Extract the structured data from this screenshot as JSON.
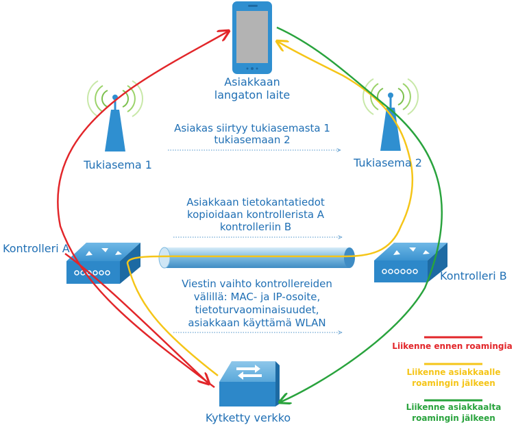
{
  "nodes": {
    "phone_label_line1": "Asiakkaan",
    "phone_label_line2": "langaton laite",
    "ap1_label": "Tukiasema 1",
    "ap2_label": "Tukiasema 2",
    "controller_a_label": "Kontrolleri A",
    "controller_b_label": "Kontrolleri B",
    "switch_label": "Kytketty verkko"
  },
  "notes": {
    "roam_line1": "Asiakas siirtyy tukiasemasta 1",
    "roam_line2": "tukiasemaan 2",
    "db_line1": "Asiakkaan tietokantatiedot",
    "db_line2": "kopioidaan kontrollerista A",
    "db_line3": "kontrolleriin B",
    "msg_line1": "Viestin vaihto kontrollereiden",
    "msg_line2": "välillä: MAC- ja IP-osoite,",
    "msg_line3": "tietoturvaominaisuudet,",
    "msg_line4": "asiakkaan käyttämä WLAN"
  },
  "legend": [
    {
      "line1": "Liikenne ennen roamingia",
      "line2": "",
      "color": "#e2262a"
    },
    {
      "line1": "Liikenne asiakkaalle",
      "line2": "roamingin jälkeen",
      "color": "#f5c518"
    },
    {
      "line1": "Liikenne asiakkaalta",
      "line2": "roamingin jälkeen",
      "color": "#29a33d"
    }
  ],
  "colors": {
    "text_blue": "#1f6fb4",
    "device_blue": "#2f8fd0",
    "red": "#e2262a",
    "yellow": "#f5c518",
    "green": "#29a33d",
    "phone_screen": "#b3b3b3"
  },
  "icons": [
    "smartphone-icon",
    "access-point-icon",
    "controller-icon",
    "switch-icon",
    "tunnel-icon"
  ]
}
